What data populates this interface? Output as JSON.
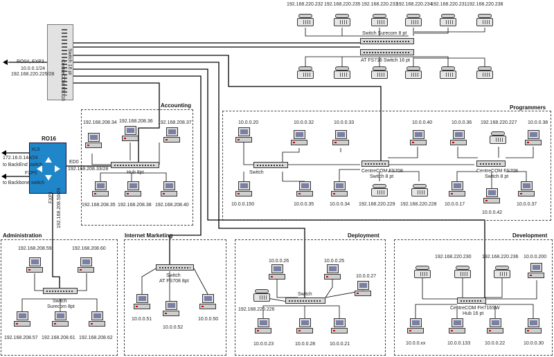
{
  "labels": {
    "top_phone_ips": [
      "192.168.220.232",
      "192.168.220.235",
      "192.168.220.233",
      "192.168.220.234",
      "192.168.220.231",
      "192.168.220.238"
    ],
    "switch_surecom_top": "Switch Surecom 8 pt",
    "switch_at_fs716": "AT FS716 Switch 16 pt",
    "core_switch_line1": "CentreCOM FS716",
    "core_switch_line2": "Switch 16 pt",
    "ro04_lines": [
      "RO04, FXP3",
      "10.0.0.1/24",
      "192.168.220.225/28"
    ],
    "router_title": "RO16",
    "xl0": "XL0",
    "xl0_ip": "172.16.0.144/24",
    "to_backend": "to BackEnd switch",
    "fxp0": "FXP0",
    "to_backbone": "to Backbone switch",
    "ed0": "ED0",
    "ed0_ip": "192.168.208.33/28",
    "fxp1": "FXP1",
    "fxp1_ip": "192.168.208.50/29"
  },
  "groups": {
    "accounting": {
      "title": "Accounting",
      "hub": "Hub 8pt",
      "ips": [
        "192.168.208.34",
        "192.168.208.36",
        "192.168.208.37",
        "192.168.208.35",
        "192.168.208.38",
        "192.168.208.40"
      ]
    },
    "programmers": {
      "title": "Programmers",
      "switch_a": "Switch",
      "switch_b_line1": "CentreCOM FS708",
      "switch_b_line2": "Switch 8 pt",
      "switch_c_line1": "CentreCOM FS708",
      "switch_c_line2": "Switch 8 pt",
      "ips": [
        "10.0.0.20",
        "10.0.0.32",
        "10.0.0.33",
        "10.0.0.40",
        "10.0.0.36",
        "192.168.220.227",
        "10.0.0.38",
        "10.0.0.150",
        "10.0.0.35",
        "10.0.0.34",
        "192.168.220.229",
        "192.168.220.228",
        "10.0.0.17",
        "10.0.0.42",
        "10.0.0.37"
      ]
    },
    "administration": {
      "title": "Administration",
      "switch_line1": "Switch",
      "switch_line2": "Surecom 8pt",
      "ips": [
        "192.168.208.59",
        "192.168.208.60",
        "192.168.208.57",
        "192.168.208.61",
        "192.168.208.62"
      ]
    },
    "internet_marketing": {
      "title": "Internet Marketing",
      "switch_line1": "Switch",
      "switch_line2": "AT FS708 8pt",
      "ips": [
        "10.0.0.51",
        "10.0.0.52",
        "10.0.0.50"
      ]
    },
    "deployment": {
      "title": "Deployment",
      "switch": "Switch",
      "ips": [
        "10.0.0.26",
        "10.0.0.25",
        "10.0.0.27",
        "192.168.220.226",
        "10.0.0.23",
        "10.0.0.28",
        "10.0.0.21"
      ]
    },
    "development": {
      "title": "Development",
      "switch_line1": "CentreCOM FH716SW",
      "switch_line2": "Hub 16 pt",
      "ips": [
        "192.168.220.230",
        "192.168.220.236",
        "10.0.0.200",
        "10.0.0.xx",
        "10.0.0.133",
        "10.0.0.22",
        "10.0.0.30"
      ]
    }
  }
}
